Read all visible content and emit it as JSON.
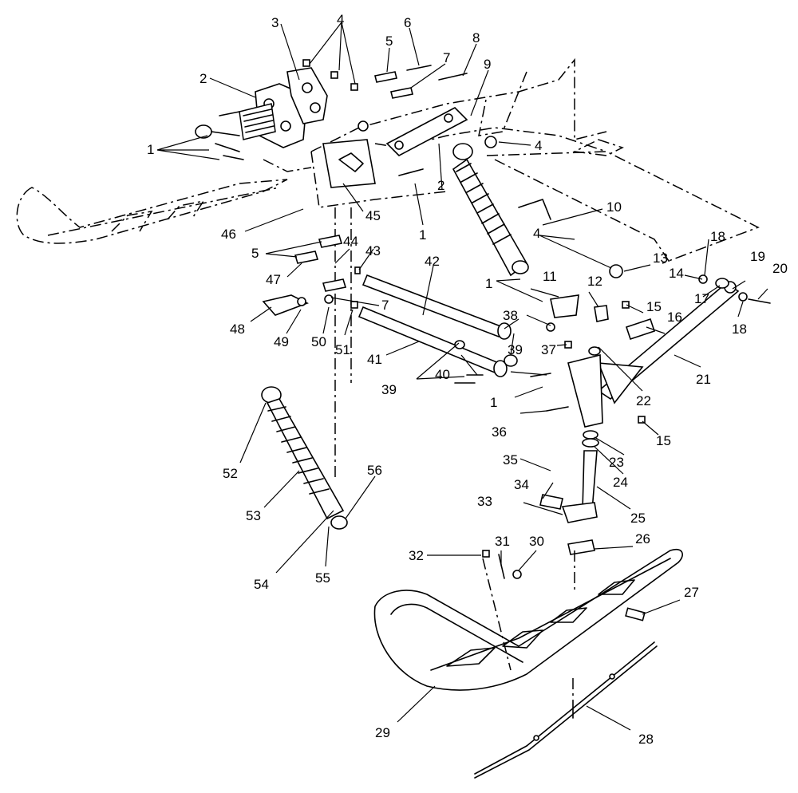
{
  "diagram": {
    "callouts": [
      "1",
      "2",
      "3",
      "4",
      "5",
      "6",
      "7",
      "8",
      "9",
      "10",
      "11",
      "12",
      "13",
      "14",
      "15",
      "16",
      "17",
      "18",
      "19",
      "20",
      "21",
      "22",
      "23",
      "24",
      "25",
      "26",
      "27",
      "28",
      "29",
      "30",
      "31",
      "32",
      "33",
      "34",
      "35",
      "36",
      "37",
      "38",
      "39",
      "40",
      "41",
      "42",
      "43",
      "44",
      "45",
      "46",
      "47",
      "48",
      "49",
      "50",
      "51",
      "52",
      "53",
      "54",
      "55",
      "56"
    ],
    "line_color": "#000000",
    "background": "#ffffff"
  }
}
